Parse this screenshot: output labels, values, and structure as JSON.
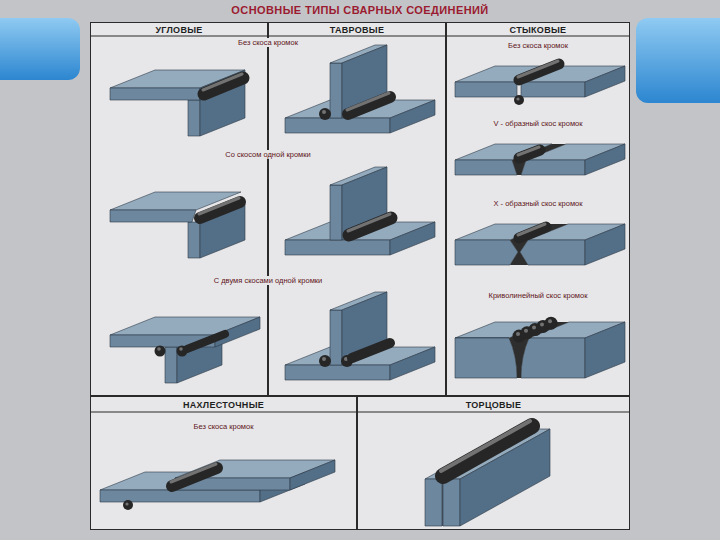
{
  "diagram": {
    "title": "ОСНОВНЫЕ ТИПЫ СВАРНЫХ СОЕДИНЕНИЙ",
    "nodes": [
      {
        "text": [
          "УГЛОВЫЕ"
        ]
      },
      {
        "text": [
          "ТАВРОВЫЕ"
        ]
      },
      {
        "text": [
          "СТЫКОВЫЕ",
          "Без скоса кромок",
          "V - образный скос кромок",
          "X - образный скос кромок",
          "Криволинейный скос кромок"
        ]
      },
      {
        "text": [
          "НАХЛЕСТОЧНЫЕ",
          "Без скоса кромок"
        ]
      },
      {
        "text": [
          "ТОРЦОВЫЕ"
        ]
      }
    ],
    "labels": [
      "Без скоса кромок",
      "Со скосом одной кромки",
      "С двумя скосами одной кромки"
    ]
  }
}
